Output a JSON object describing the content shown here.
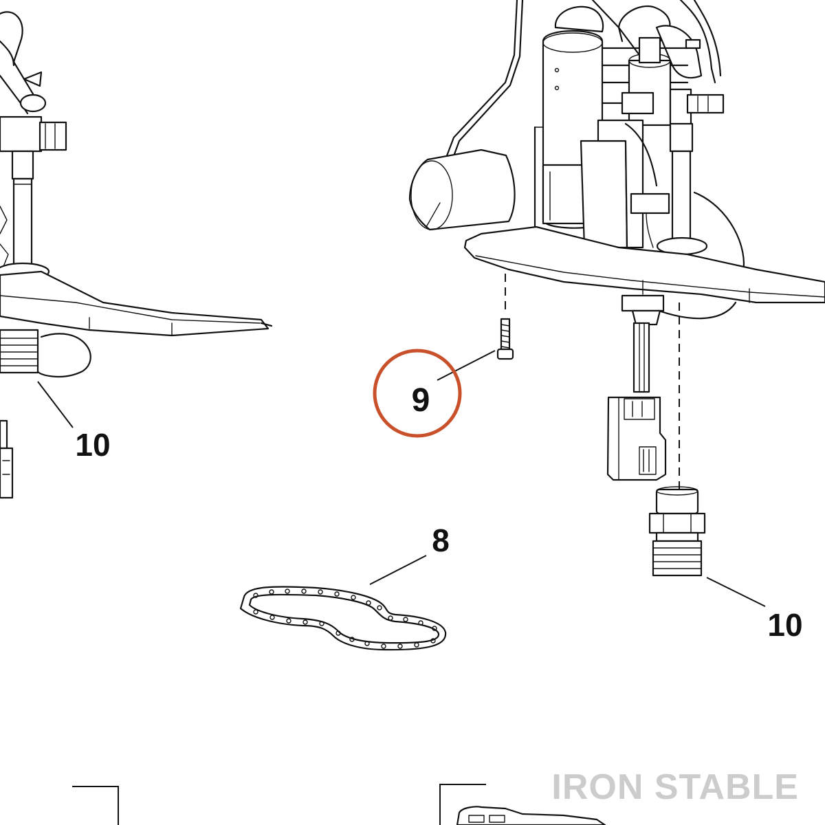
{
  "diagram": {
    "callouts": {
      "left_part": "10",
      "screw": "9",
      "gasket": "8",
      "right_part": "10"
    },
    "highlight_color": "#c8502a",
    "watermark": "IRON STABLE"
  }
}
